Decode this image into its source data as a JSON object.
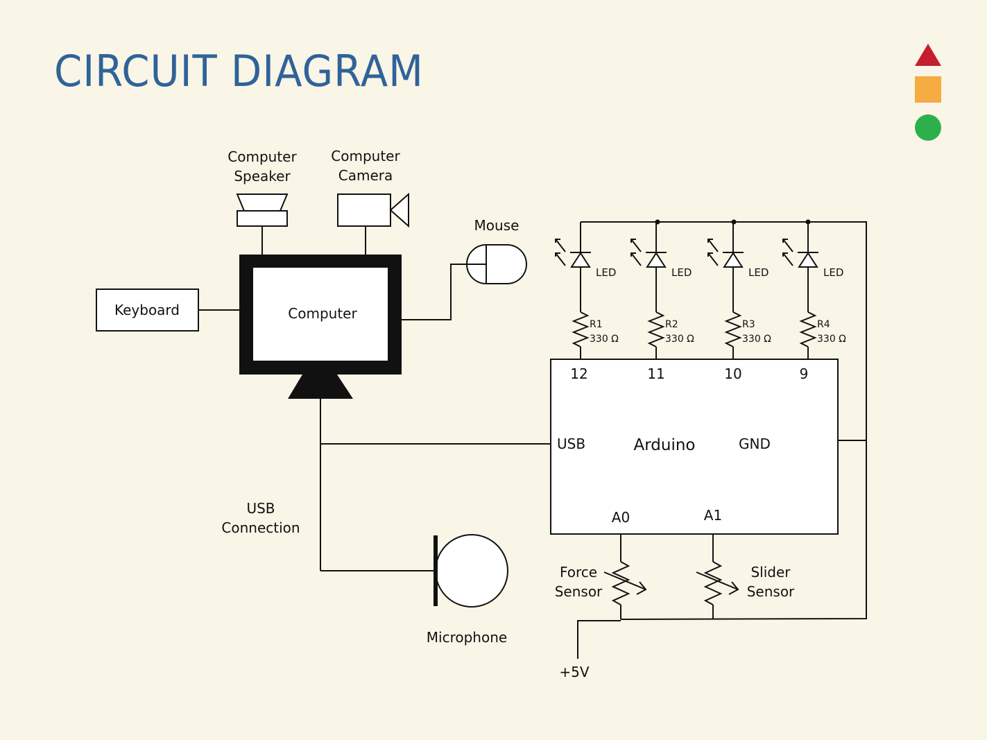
{
  "title": "CIRCUIT DIAGRAM",
  "legend_shapes": [
    {
      "shape": "triangle",
      "color": "#c41e2f"
    },
    {
      "shape": "square",
      "color": "#f7ab43"
    },
    {
      "shape": "circle",
      "color": "#2db04b"
    }
  ],
  "colors": {
    "title": "#2f6399",
    "background": "#f9f5e7",
    "line": "#111111"
  },
  "components": {
    "speaker": {
      "line1": "Computer",
      "line2": "Speaker"
    },
    "camera": {
      "line1": "Computer",
      "line2": "Camera"
    },
    "mouse": "Mouse",
    "keyboard": "Keyboard",
    "computer": "Computer",
    "usb_connection": {
      "line1": "USB",
      "line2": "Connection"
    },
    "microphone": "Microphone",
    "arduino": {
      "name": "Arduino",
      "usb": "USB",
      "gnd": "GND",
      "a0": "A0",
      "a1": "A1",
      "pins": [
        "12",
        "11",
        "10",
        "9"
      ]
    },
    "leds": [
      "LED",
      "LED",
      "LED",
      "LED"
    ],
    "resistors": [
      {
        "name": "R1",
        "value": "330 Ω"
      },
      {
        "name": "R2",
        "value": "330 Ω"
      },
      {
        "name": "R3",
        "value": "330 Ω"
      },
      {
        "name": "R4",
        "value": "330 Ω"
      }
    ],
    "force_sensor": {
      "line1": "Force",
      "line2": "Sensor"
    },
    "slider_sensor": {
      "line1": "Slider",
      "line2": "Sensor"
    },
    "power": "+5V"
  }
}
